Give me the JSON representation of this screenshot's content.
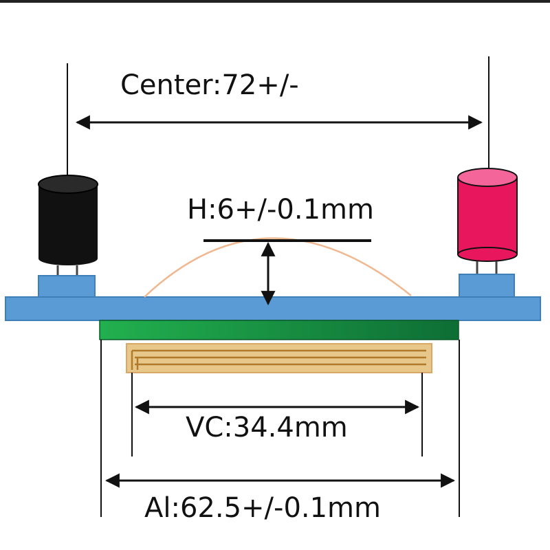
{
  "labels": {
    "center": "Center:72+/-",
    "height": "H:6+/-0.1mm",
    "vc": "VC:34.4mm",
    "al": "Al:62.5+/-0.1mm"
  },
  "colors": {
    "board": "#5b9bd5",
    "board_edge": "#3f7fb8",
    "left_cylinder": "#111111",
    "right_cylinder": "#e8175d",
    "right_cylinder_top": "#f4669a",
    "heatsink_dark": "#1a9a48",
    "heatsink_light": "#0f7a3a",
    "vapor_chamber": "#e8c88a",
    "vapor_stripe": "#b07a2a",
    "arc": "#f0b890",
    "line": "#111111"
  }
}
